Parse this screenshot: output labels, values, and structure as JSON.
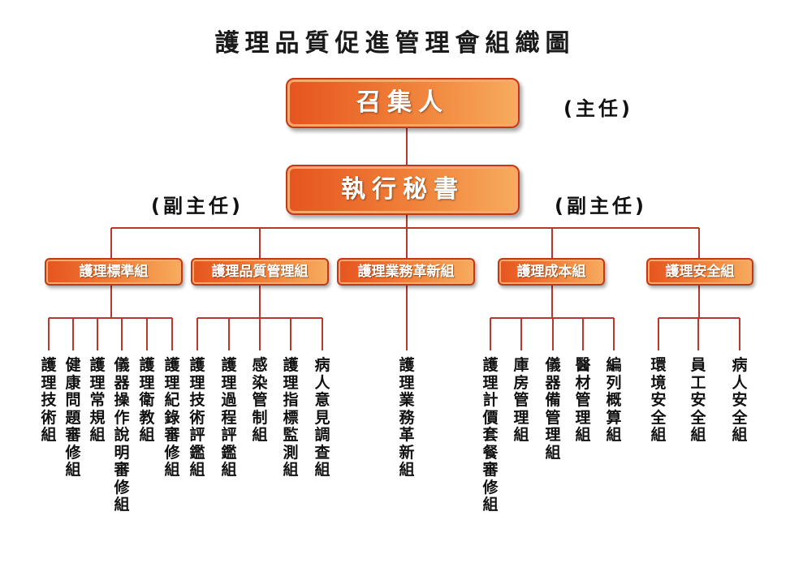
{
  "title": "護理品質促進管理會組織圖",
  "convener": {
    "label": "召集人",
    "role": "(主任)"
  },
  "secretary": {
    "label": "執行秘書",
    "role_left": "(副主任)",
    "role_right": "(副主任)"
  },
  "groups": [
    {
      "label": "護理標準組",
      "subgroups": [
        "護理技術組",
        "健康問題審修組",
        "護理常規組",
        "儀器操作說明審修組",
        "護理衛教組",
        "護理紀錄審修組"
      ]
    },
    {
      "label": "護理品質管理組",
      "subgroups": [
        "護理技術評鑑組",
        "護理過程評鑑組",
        "感染管制組",
        "護理指標監測組",
        "病人意見調查組"
      ]
    },
    {
      "label": "護理業務革新組",
      "subgroups": [
        "護理業務革新組"
      ]
    },
    {
      "label": "護理成本組",
      "subgroups": [
        "護理計價套餐審修組",
        "庫房管理組",
        "儀器備管理組",
        "醫材管理組",
        "編列概算組"
      ]
    },
    {
      "label": "護理安全組",
      "subgroups": [
        "環境安全組",
        "員工安全組",
        "病人安全組"
      ]
    }
  ],
  "colors": {
    "box_start": "#e6541f",
    "box_end": "#f7ab5e",
    "border": "#c23a14",
    "line": "#b8372f"
  }
}
